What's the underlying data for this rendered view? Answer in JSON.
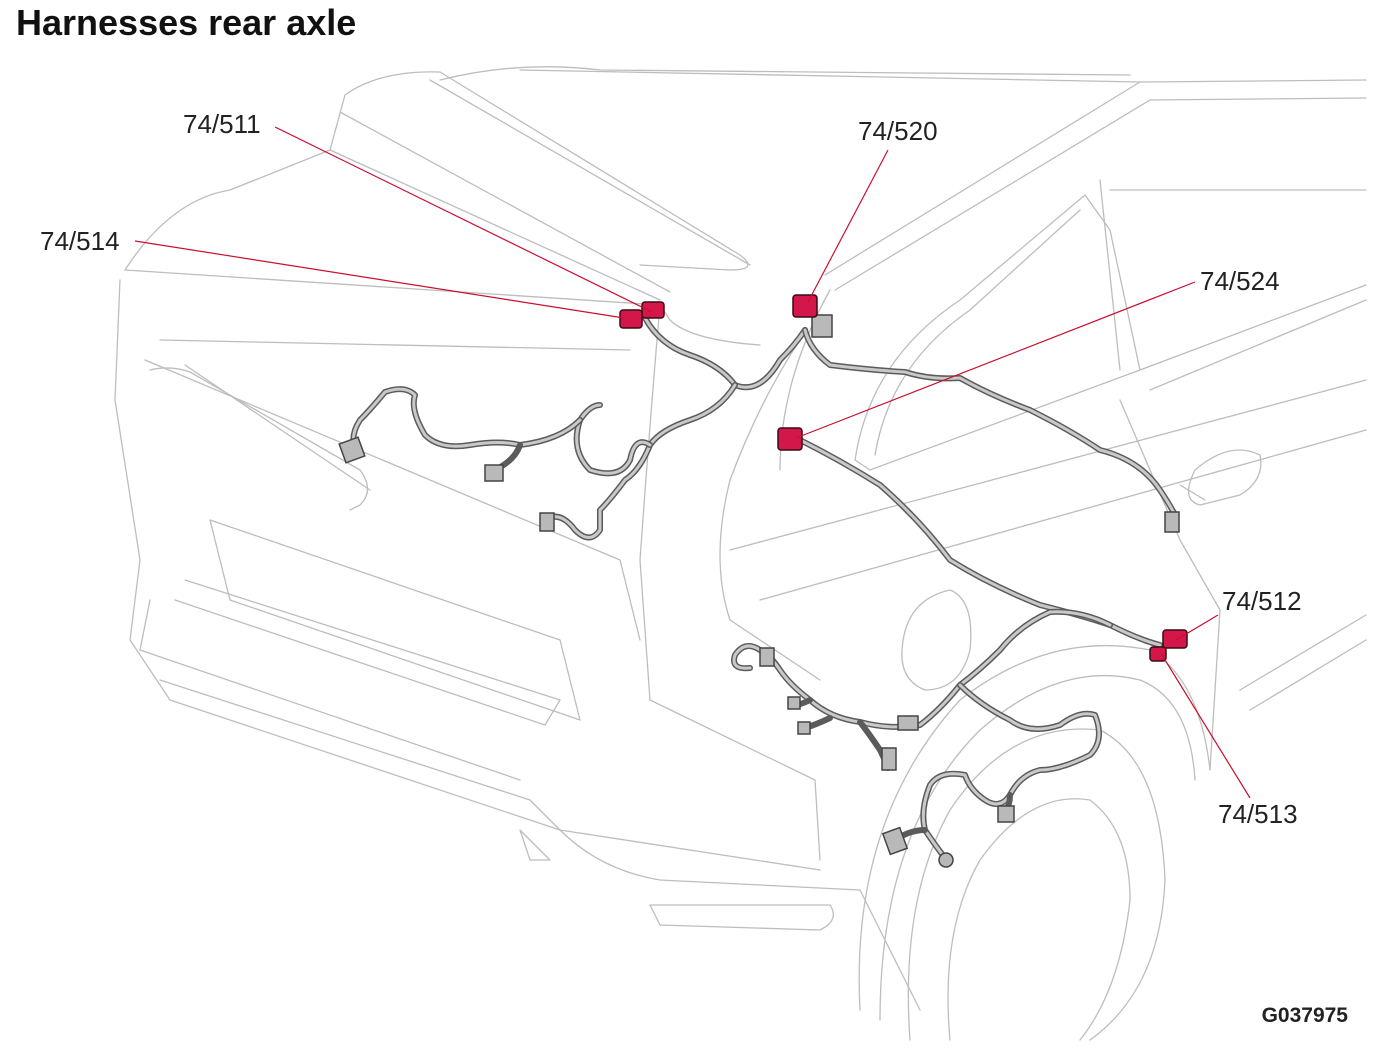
{
  "title": "Harnesses rear axle",
  "reference": "G037975",
  "colors": {
    "highlight": "#d4174a",
    "leader": "#c8102e",
    "harness": "#5b5b5b",
    "body_outline": "#bdbdbd"
  },
  "callouts": [
    {
      "id": "c511",
      "label": "74/511"
    },
    {
      "id": "c514",
      "label": "74/514"
    },
    {
      "id": "c520",
      "label": "74/520"
    },
    {
      "id": "c524",
      "label": "74/524"
    },
    {
      "id": "c512",
      "label": "74/512"
    },
    {
      "id": "c513",
      "label": "74/513"
    }
  ]
}
